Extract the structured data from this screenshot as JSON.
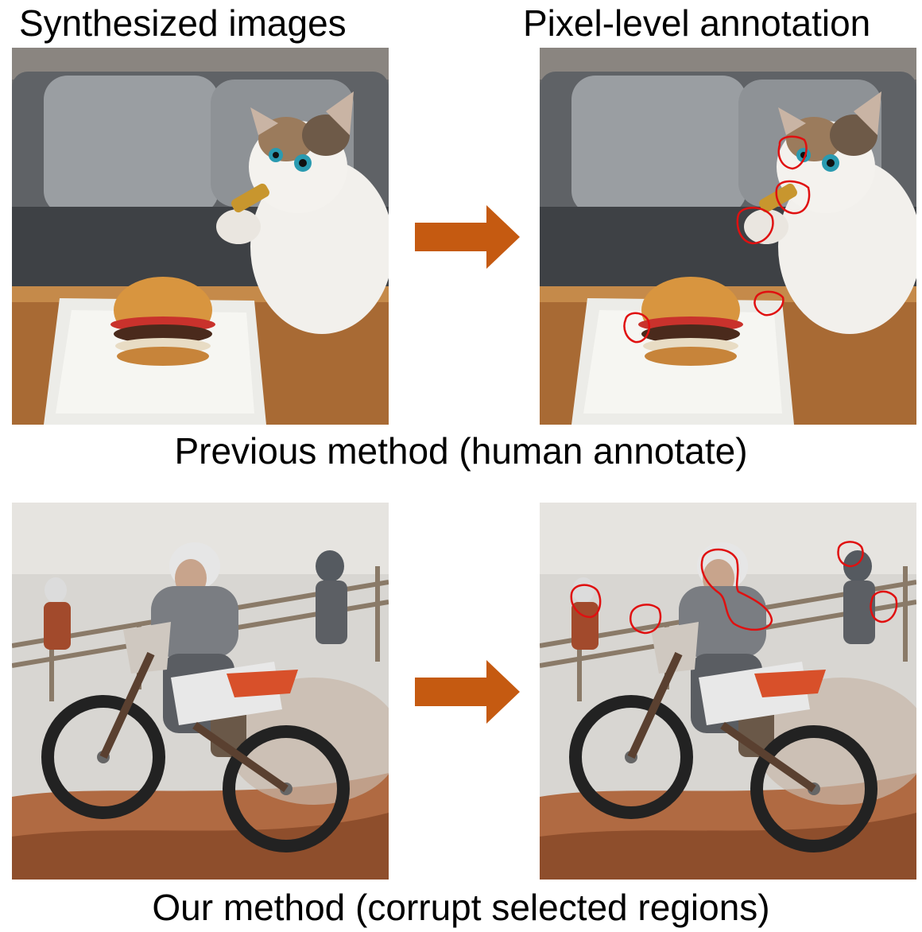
{
  "header": {
    "left_label": "Synthesized images",
    "right_label": "Pixel-level annotation"
  },
  "rows": [
    {
      "caption": "Previous method (human annotate)",
      "scene": "cat-burger"
    },
    {
      "caption": "Our method (corrupt selected regions)",
      "scene": "motocross"
    }
  ],
  "colors": {
    "arrow": "#c55a11",
    "annotation": "#e01010"
  }
}
